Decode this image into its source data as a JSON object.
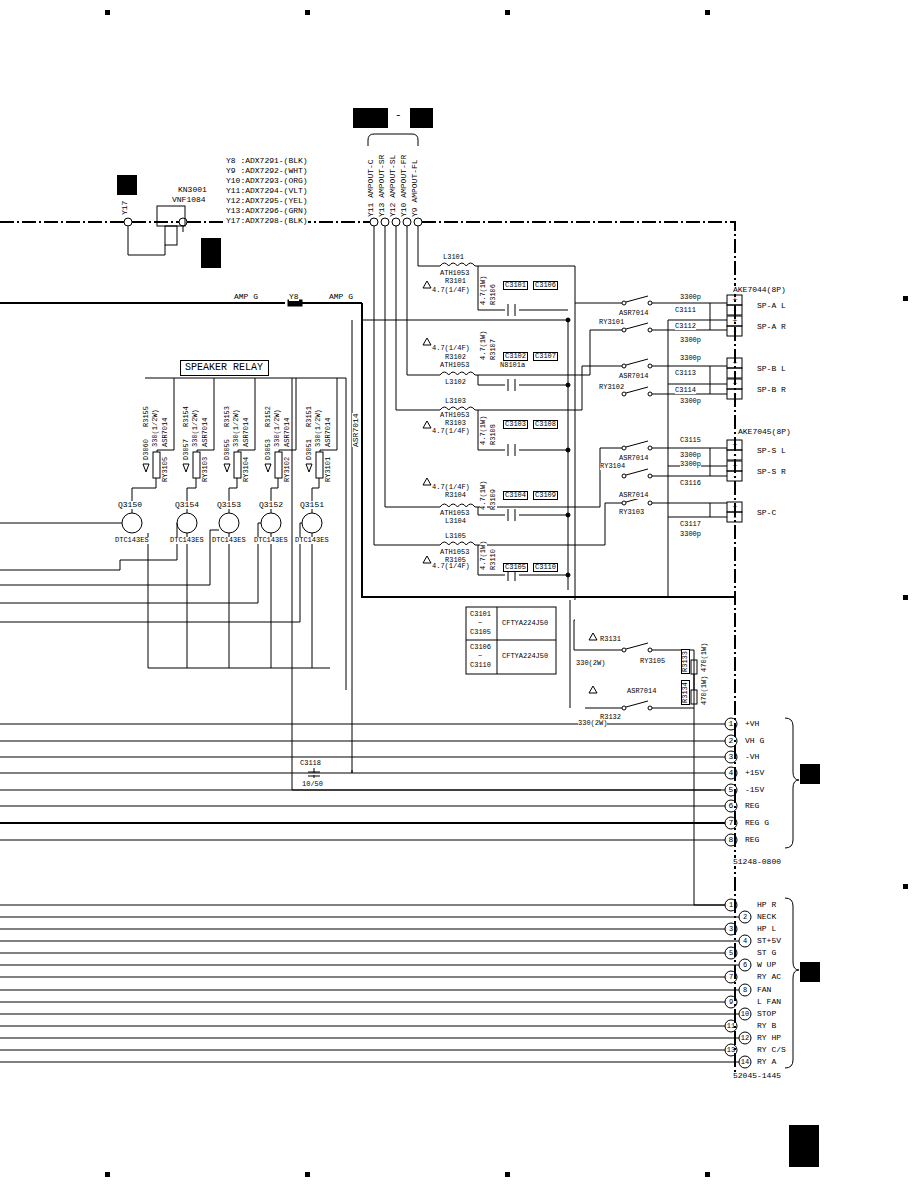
{
  "diagram": {
    "nodes": [
      {
        "text": [
          "SPEAKER RELAY"
        ]
      }
    ],
    "labels": [
      "-",
      "Y8 :ADX7291-(BLK)",
      "Y9 :ADX7292-(WHT)",
      "Y10:ADX7293-(ORG)",
      "Y11:ADX7294-(VLT)",
      "Y12:ADX7295-(YEL)",
      "Y13:ADX7296-(GRN)",
      "Y17:ADX7298-(BLK)",
      "KN3001",
      "VNF1084",
      "Y17",
      "Y11 AMPOUT-C",
      "Y13 AMPOUT-SR",
      "Y12 AMPOUT-SL",
      "Y10 AMPOUT-FR",
      "Y9 AMPOUT-FL",
      "AMP G",
      "Y8",
      "AMP G",
      "L3101",
      "ATH1053",
      "R3101",
      "4.7(1/4F)",
      "4.7(1W)",
      "R3106",
      "C3101",
      "C3106",
      "4.7(1/4F)",
      "R3102",
      "ATH1053",
      "L3102",
      "4.7(1W)",
      "R3107",
      "N8101a",
      "C3102",
      "C3107",
      "L3103",
      "ATH1053",
      "R3103",
      "4.7(1/4F)",
      "4.7(1W)",
      "R3108",
      "C3103",
      "C3108",
      "4.7(1/4F)",
      "R3104",
      "ATH1053",
      "L3104",
      "4.7(1W)",
      "R3109",
      "C3104",
      "C3109",
      "L3105",
      "ATH1053",
      "R3105",
      "4.7(1/4F)",
      "4.7(1W)",
      "R3110",
      "C3105",
      "C3110",
      "AKE7044(8P)",
      "3300p",
      "SP-A L",
      "ASR7014",
      "C3111",
      "RY3101",
      "C3112",
      "SP-A R",
      "3300p",
      "3300p",
      "SP-B L",
      "ASR7014",
      "C3113",
      "RY3102",
      "C3114",
      "SP-B R",
      "3300p",
      "AKE7045(8P)",
      "C3115",
      "SP-S L",
      "ASR7014",
      "3300p",
      "RY3104",
      "3300p",
      "SP-S R",
      "C3116",
      "ASR7014",
      "SP-C",
      "RY3103",
      "C3117",
      "3300p",
      "C3101",
      "~",
      "C3105",
      "CFTYA224J50",
      "C3106",
      "~",
      "C3110",
      "CFTYA224J50",
      "330(2W)",
      "R3131",
      "RY3105",
      "ASR7014",
      "R3133",
      "R3134",
      "470(1W)",
      "470(1W)",
      "R3132",
      "330(2W)",
      "R3155",
      "330(1/2W)",
      "D3060",
      "ASR7014",
      "RY3105",
      "R3154",
      "330(1/2W)",
      "D3057",
      "ASR7014",
      "RY3103",
      "R3153",
      "330(1/2W)",
      "D3055",
      "ASR7014",
      "RY3104",
      "R3152",
      "330(1/2W)",
      "D3053",
      "ASR7014",
      "RY3102",
      "R3151",
      "330(1/2W)",
      "D3051",
      "ASR7014",
      "RY3101",
      "ASR7014",
      "Q3150",
      "Q3154",
      "Q3153",
      "Q3152",
      "Q3151",
      "DTC143ES",
      "DTC143ES",
      "DTC143ES",
      "DTC143ES",
      "DTC143ES",
      "C3118",
      "10/50",
      "1",
      "2",
      "3",
      "4",
      "5",
      "6",
      "7",
      "8",
      "+VH",
      "VH G",
      "-VH",
      "+15V",
      "-15V",
      "REG",
      "REG G",
      "REG",
      "51248-0800",
      "1",
      "2",
      "3",
      "4",
      "5",
      "6",
      "7",
      "8",
      "9",
      "10",
      "11",
      "12",
      "13",
      "14",
      "HP R",
      "NECK",
      "HP L",
      "ST+5V",
      "ST G",
      "W UP",
      "RY AC",
      "FAN",
      "L FAN",
      "STOP",
      "RY B",
      "RY HP",
      "RY C/S",
      "RY A",
      "52045-1445",
      "+",
      "-",
      "+",
      "-",
      "+",
      "-",
      "+",
      "-",
      "+",
      "-",
      "+",
      "-",
      "+",
      "-"
    ]
  }
}
